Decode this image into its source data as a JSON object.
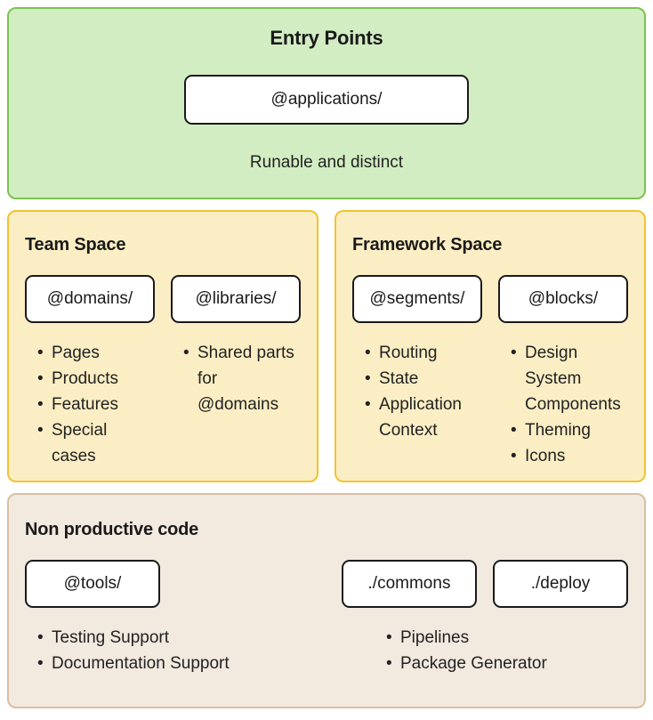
{
  "colors": {
    "entry_fill": "#d2edc2",
    "entry_border": "#7cc24f",
    "space_fill": "#fceec4",
    "space_border": "#f2c230",
    "nonprod_fill": "#f2e9df",
    "nonprod_border": "#d9bfa3",
    "box_border": "#1a1a1a",
    "box_fill": "#ffffff",
    "text": "#1a1a1a"
  },
  "entry_points": {
    "title": "Entry Points",
    "box_label": "@applications/",
    "caption": "Runable and distinct"
  },
  "team_space": {
    "title": "Team Space",
    "columns": [
      {
        "box_label": "@domains/",
        "bullets": [
          "Pages",
          "Products",
          "Features",
          "Special cases"
        ]
      },
      {
        "box_label": "@libraries/",
        "bullets": [
          "Shared parts for @domains"
        ]
      }
    ]
  },
  "framework_space": {
    "title": "Framework Space",
    "columns": [
      {
        "box_label": "@segments/",
        "bullets": [
          "Routing",
          "State",
          "Application Context"
        ]
      },
      {
        "box_label": "@blocks/",
        "bullets": [
          "Design System Components",
          "Theming",
          "Icons"
        ]
      }
    ]
  },
  "non_productive_code": {
    "title": "Non productive code",
    "boxes": {
      "tools": "@tools/",
      "commons": "./commons",
      "deploy": "./deploy"
    },
    "bullets_left": [
      "Testing Support",
      "Documentation Support"
    ],
    "bullets_right": [
      "Pipelines",
      "Package Generator"
    ]
  }
}
